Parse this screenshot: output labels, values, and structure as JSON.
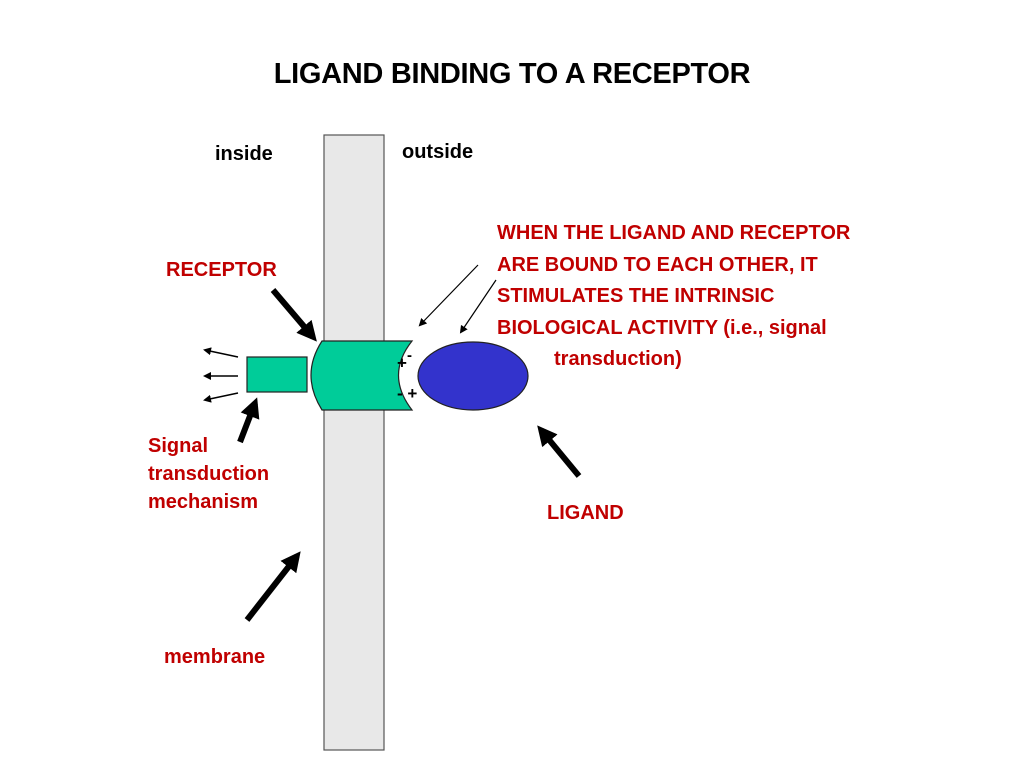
{
  "title": "LIGAND BINDING TO A RECEPTOR",
  "regions": {
    "inside": "inside",
    "outside": "outside"
  },
  "labels": {
    "receptor": "RECEPTOR",
    "ligand": "LIGAND",
    "membrane": "membrane",
    "signal_transduction": [
      "Signal",
      "transduction",
      "mechanism"
    ]
  },
  "note_lines": [
    "WHEN THE LIGAND AND RECEPTOR",
    "ARE BOUND TO EACH OTHER, IT",
    "STIMULATES THE INTRINSIC",
    "BIOLOGICAL ACTIVITY (i.e., signal",
    "transduction)"
  ],
  "charges": {
    "top": "+",
    "top_sup": "-",
    "bottom_minus": "-",
    "bottom_plus": "+"
  },
  "colors": {
    "label_red": "#c00000",
    "receptor_green": "#00cc99",
    "ligand_blue": "#3333cc",
    "membrane_gray": "#e8e8e8"
  }
}
